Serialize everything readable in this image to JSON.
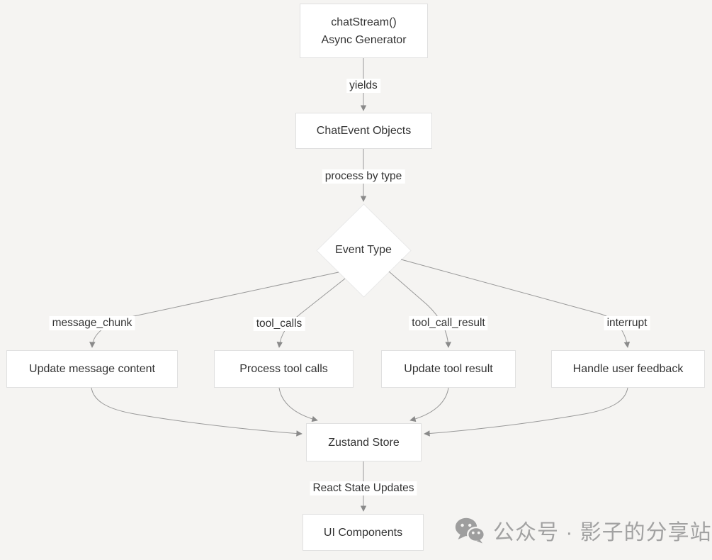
{
  "diagram": {
    "type": "flowchart",
    "colors": {
      "background": "#f5f4f2",
      "node_fill": "#ffffff",
      "node_border": "#e0e0e0",
      "diamond_border": "#e9e9e9",
      "edge_line": "#999999",
      "arrowhead": "#8a8a8a",
      "text": "#333333"
    },
    "nodes": {
      "chatstream": {
        "label": "chatStream()\nAsync Generator"
      },
      "chatevent": {
        "label": "ChatEvent Objects"
      },
      "event_type": {
        "label": "Event Type"
      },
      "update_message": {
        "label": "Update message content"
      },
      "process_tool": {
        "label": "Process tool calls"
      },
      "update_tool": {
        "label": "Update tool result"
      },
      "handle_feedback": {
        "label": "Handle user feedback"
      },
      "zustand": {
        "label": "Zustand Store"
      },
      "ui": {
        "label": "UI Components"
      }
    },
    "edge_labels": {
      "yields": "yields",
      "process_by_type": "process by type",
      "message_chunk": "message_chunk",
      "tool_calls": "tool_calls",
      "tool_call_result": "tool_call_result",
      "interrupt": "interrupt",
      "react_state_updates": "React State Updates"
    },
    "edges": [
      {
        "from": "chatstream",
        "to": "chatevent",
        "label": "yields"
      },
      {
        "from": "chatevent",
        "to": "event_type",
        "label": "process by type"
      },
      {
        "from": "event_type",
        "to": "update_message",
        "label": "message_chunk"
      },
      {
        "from": "event_type",
        "to": "process_tool",
        "label": "tool_calls"
      },
      {
        "from": "event_type",
        "to": "update_tool",
        "label": "tool_call_result"
      },
      {
        "from": "event_type",
        "to": "handle_feedback",
        "label": "interrupt"
      },
      {
        "from": "update_message",
        "to": "zustand",
        "label": ""
      },
      {
        "from": "process_tool",
        "to": "zustand",
        "label": ""
      },
      {
        "from": "update_tool",
        "to": "zustand",
        "label": ""
      },
      {
        "from": "handle_feedback",
        "to": "zustand",
        "label": ""
      },
      {
        "from": "zustand",
        "to": "ui",
        "label": "React State Updates"
      }
    ]
  },
  "watermark": {
    "icon": "wechat-icon",
    "text": "公众号 · 影子的分享站",
    "color": "#a2a2a2"
  }
}
